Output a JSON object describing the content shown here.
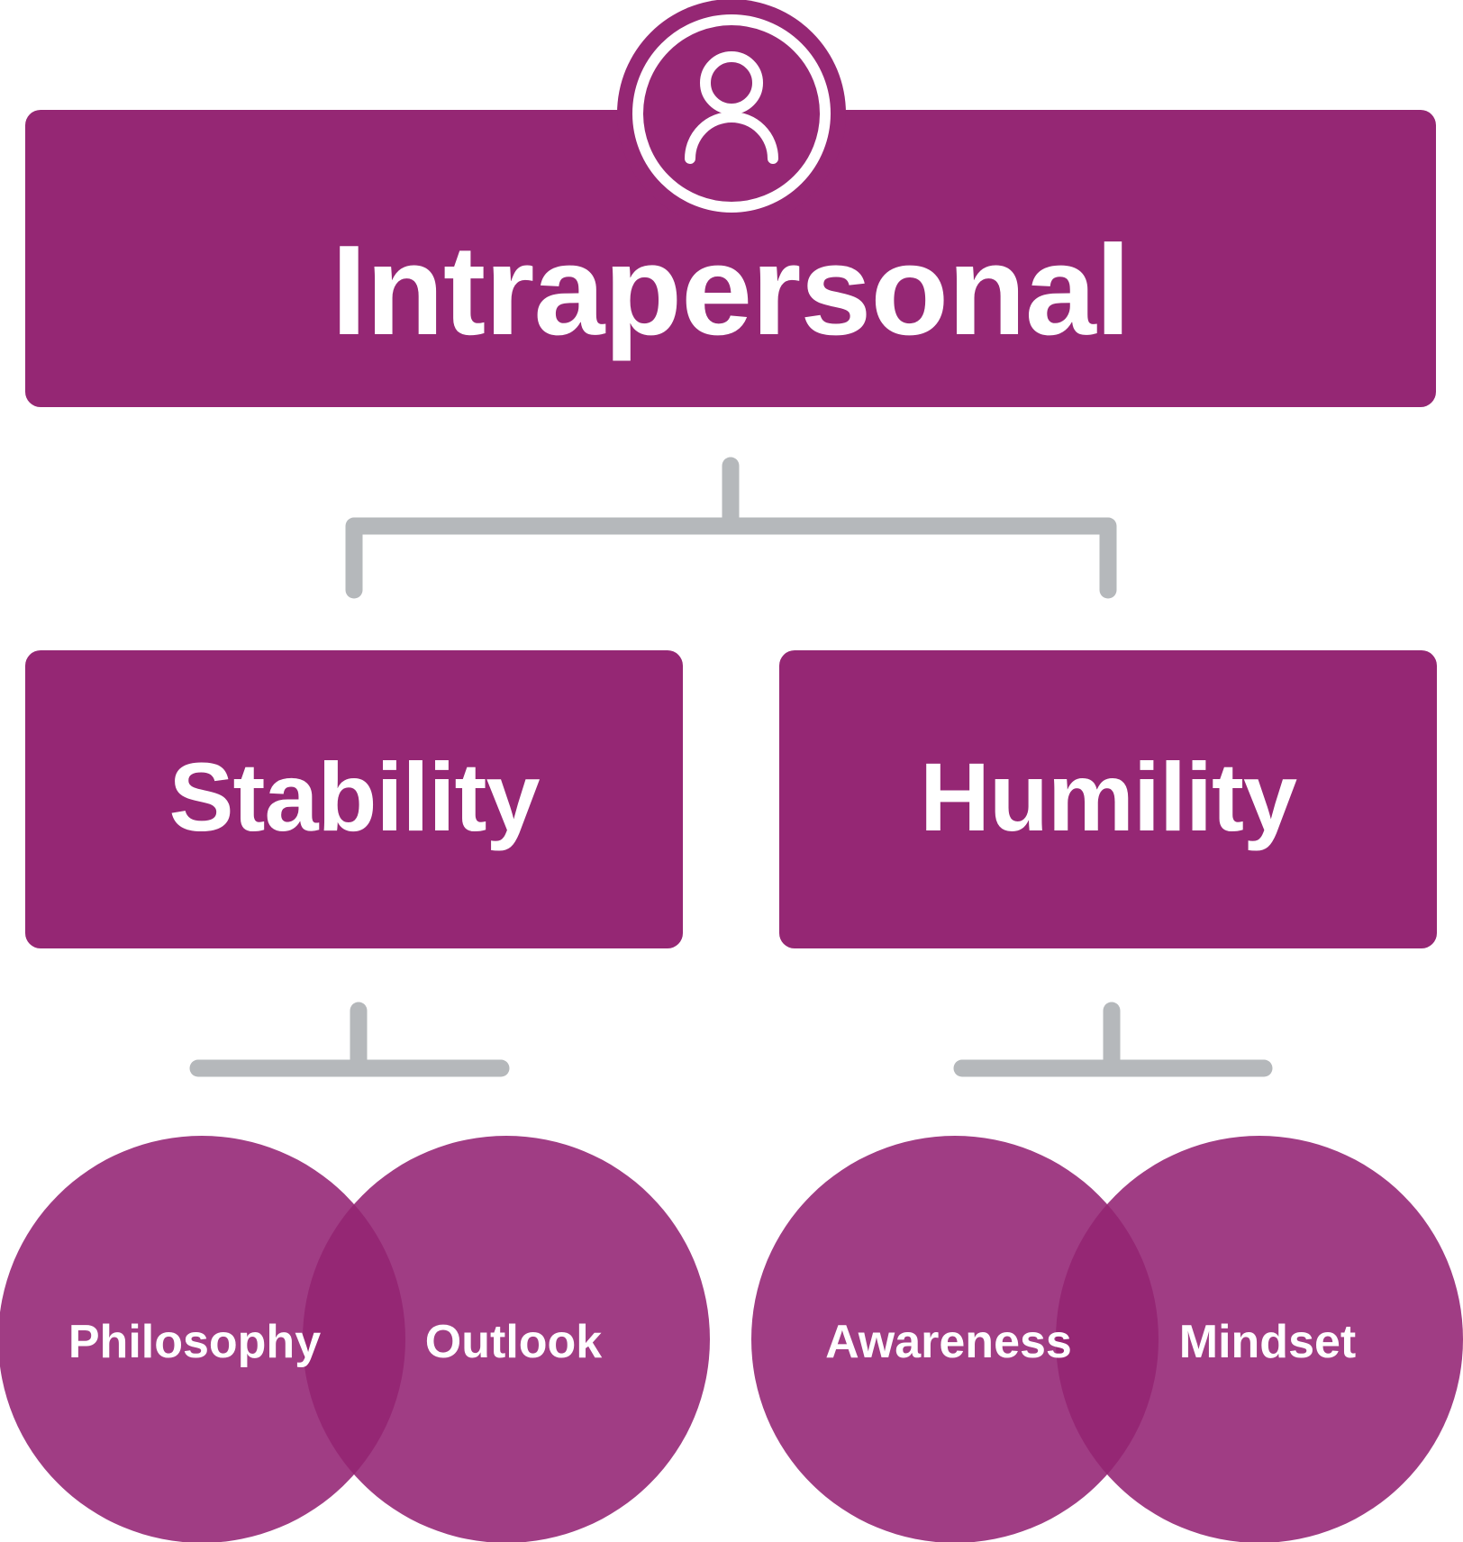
{
  "root": {
    "label": "Intrapersonal",
    "icon": "person-icon"
  },
  "branches": [
    {
      "label": "Stability",
      "children": [
        "Philosophy",
        "Outlook"
      ]
    },
    {
      "label": "Humility",
      "children": [
        "Awareness",
        "Mindset"
      ]
    }
  ],
  "colors": {
    "box": "#952774",
    "circle": "#A03D84",
    "overlap": "#952774",
    "connector": "#B5B8BB",
    "text": "#FFFFFF"
  }
}
